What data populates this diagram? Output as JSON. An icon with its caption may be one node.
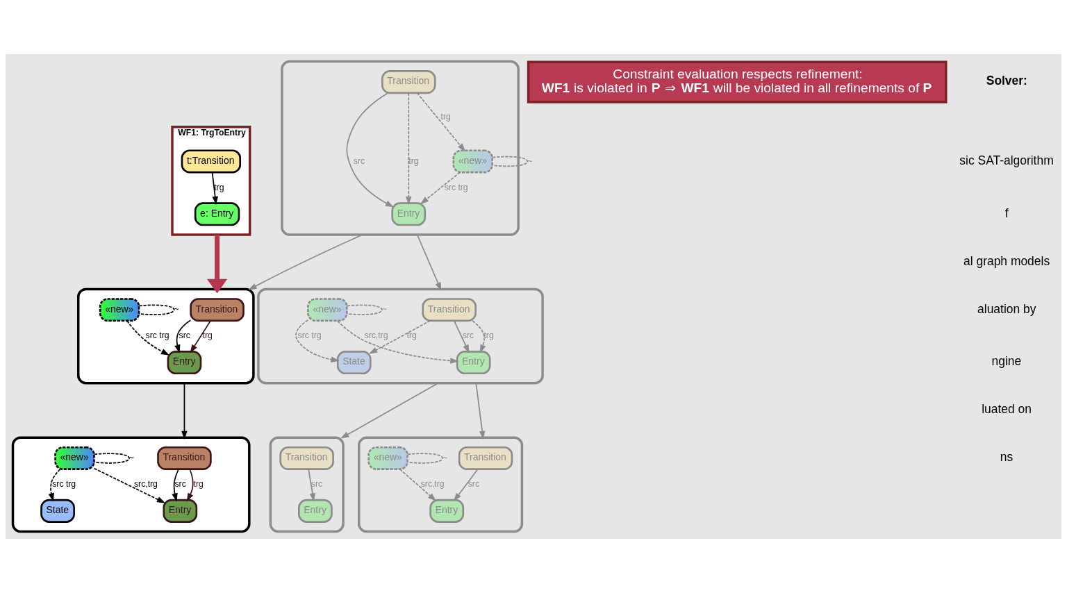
{
  "diagram": {
    "nodes": [
      {
        "text": [],
        "shape": "box"
      },
      {
        "text": [
          "Entry"
        ],
        "in": 0
      },
      {
        "text": [
          "Transition"
        ],
        "in": 0
      },
      {
        "text": [
          "«new»"
        ],
        "in": 0
      },
      {
        "text": [],
        "shape": "box"
      },
      {
        "text": [
          "Entry"
        ],
        "in": 4
      },
      {
        "text": [
          "Transition"
        ],
        "in": 4
      },
      {
        "text": [
          "«new»"
        ],
        "in": 4
      },
      {
        "text": [
          "State"
        ],
        "in": 4
      },
      {
        "text": [
          "WF1: TrgToEntry"
        ]
      },
      {
        "text": [
          "e: Entry"
        ],
        "in": 9
      },
      {
        "text": [
          "t:Transition"
        ],
        "in": 9
      },
      {
        "text": [],
        "shape": "box"
      },
      {
        "text": [
          "Entry"
        ],
        "in": 12
      },
      {
        "text": [
          "Transition"
        ],
        "in": 12
      },
      {
        "text": [
          "«new»"
        ],
        "in": 12
      },
      {
        "text": [],
        "shape": "box"
      },
      {
        "text": [
          "Entry"
        ],
        "in": 16
      },
      {
        "text": [
          "Transition"
        ],
        "in": 16
      },
      {
        "text": [
          "«new»"
        ],
        "in": 16
      },
      {
        "text": [],
        "shape": "box"
      },
      {
        "text": [
          "Entry"
        ],
        "in": 20
      },
      {
        "text": [
          "Transition"
        ],
        "in": 20
      },
      {
        "text": [
          "Constraint evaluation respects refinement:",
          "**WF1** is violated in **P** ⇒ **WF1** will be violated in all refinements of **P**"
        ]
      },
      {
        "text": [],
        "shape": "box"
      },
      {
        "text": [
          "Entry"
        ],
        "in": 24
      },
      {
        "text": [
          "Transition"
        ],
        "in": 24
      },
      {
        "text": [
          "«new»"
        ],
        "in": 24
      },
      {
        "text": [
          "State"
        ],
        "in": 24
      }
    ],
    "edges": [
      {
        "from": 2,
        "to": 1,
        "arrow": "to",
        "label": "src"
      },
      {
        "from": 2,
        "to": 1,
        "arrow": "to",
        "label": "trg",
        "style": "dashed"
      },
      {
        "from": 3,
        "to": 1,
        "arrow": "to",
        "label": "src trg",
        "style": "dashed"
      },
      {
        "from": 2,
        "to": 3,
        "arrow": "to",
        "label": "trg",
        "style": "dashed"
      },
      {
        "from": 3,
        "to": 3,
        "arrow": "none",
        "label": "~",
        "style": "dashed"
      },
      {
        "from": 6,
        "to": 5,
        "arrow": "to",
        "label": "src"
      },
      {
        "from": 6,
        "to": 5,
        "arrow": "to",
        "label": "trg",
        "style": "dashed"
      },
      {
        "from": 7,
        "to": 5,
        "arrow": "to",
        "label": "src,trg",
        "style": "dashed"
      },
      {
        "from": 6,
        "to": 8,
        "arrow": "to",
        "label": "trg",
        "style": "dashed"
      },
      {
        "from": 7,
        "to": 8,
        "arrow": "to",
        "label": "src trg",
        "style": "dashed"
      },
      {
        "from": 7,
        "to": 7,
        "arrow": "none",
        "label": "~",
        "style": "dashed"
      },
      {
        "from": 11,
        "to": 10,
        "arrow": "to",
        "label": "trg",
        "color": "#000000"
      },
      {
        "from": 14,
        "to": 13,
        "arrow": "to",
        "label": "src",
        "color": "#000000"
      },
      {
        "from": 14,
        "to": 13,
        "arrow": "to",
        "label": "trg",
        "color": "#3a1418"
      },
      {
        "from": 15,
        "to": 13,
        "arrow": "to",
        "label": "src trg",
        "style": "dashed",
        "color": "#000000"
      },
      {
        "from": 15,
        "to": 15,
        "arrow": "none",
        "label": "~",
        "style": "dashed",
        "color": "#000000"
      },
      {
        "from": 18,
        "to": 17,
        "arrow": "to",
        "label": "src"
      },
      {
        "from": 19,
        "to": 17,
        "arrow": "to",
        "label": "src,trg",
        "style": "dashed"
      },
      {
        "from": 19,
        "to": 19,
        "arrow": "none",
        "label": "~",
        "style": "dashed"
      },
      {
        "from": 22,
        "to": 21,
        "arrow": "to",
        "label": "src"
      },
      {
        "from": 26,
        "to": 25,
        "arrow": "to",
        "label": "src",
        "color": "#000000"
      },
      {
        "from": 26,
        "to": 25,
        "arrow": "to",
        "label": "trg",
        "color": "#3a1418"
      },
      {
        "from": 27,
        "to": 25,
        "arrow": "to",
        "label": "src,trg",
        "style": "dashed",
        "color": "#000000"
      },
      {
        "from": 27,
        "to": 28,
        "arrow": "to",
        "label": "src trg",
        "style": "dashed",
        "color": "#000000"
      },
      {
        "from": 27,
        "to": 27,
        "arrow": "none",
        "label": "~",
        "style": "dashed",
        "color": "#000000"
      },
      {
        "from": 0,
        "to": 4,
        "arrow": "to"
      },
      {
        "from": 0,
        "to": 12,
        "arrow": "to"
      },
      {
        "from": 4,
        "to": 16,
        "arrow": "to"
      },
      {
        "from": 4,
        "to": 20,
        "arrow": "to"
      },
      {
        "from": 12,
        "to": 24,
        "arrow": "to",
        "color": "#000000"
      },
      {
        "from": 9,
        "to": 12,
        "arrow": "to",
        "style": "thick",
        "color": "#b5374f"
      }
    ],
    "labels": [
      "Solver:",
      "sic SAT-algorithm",
      "f",
      "al graph models",
      "aluation by",
      "ngine",
      "luated on",
      "ns"
    ]
  }
}
